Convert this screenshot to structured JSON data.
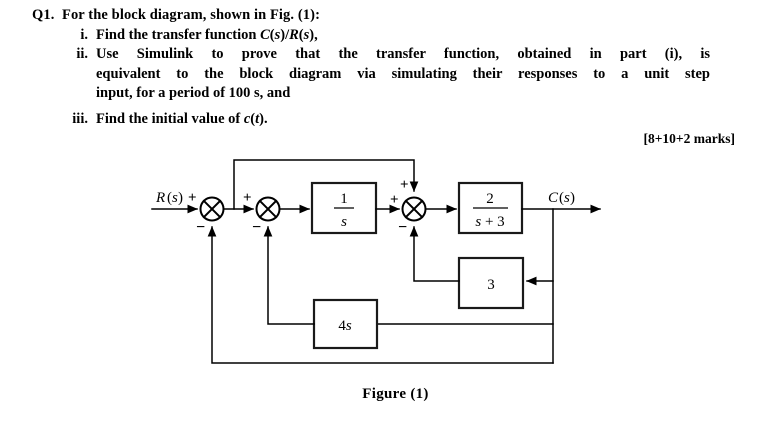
{
  "question": {
    "label": "Q1.",
    "stem": "For the block diagram, shown in Fig. (1):",
    "items": [
      {
        "num": "i.",
        "text": "Find the transfer function C(s)/R(s),"
      },
      {
        "num": "ii.",
        "line1": "Use Simulink to prove that the transfer function, obtained in part (i), is",
        "line2": "equivalent to the block diagram via simulating their responses to a unit step",
        "line3": "input, for a period of 100 s, and"
      },
      {
        "num": "iii.",
        "text": "Find the initial value of c(t)."
      }
    ],
    "marks": "[8+10+2 marks]"
  },
  "figure": {
    "caption": "Figure (1)",
    "input_label": "R(s)",
    "output_label": "C(s)",
    "blocks": [
      {
        "id": "integrator",
        "numerator": "1",
        "denominator": "s",
        "label": "1/s"
      },
      {
        "id": "plant",
        "numerator": "2",
        "denominator": "s + 3",
        "label": "2/(s+3)"
      },
      {
        "id": "gain-3",
        "label": "3"
      },
      {
        "id": "gain-4s",
        "label": "4s"
      }
    ],
    "summing_junctions": [
      {
        "id": "sum-1",
        "signs": [
          "+",
          "−"
        ]
      },
      {
        "id": "sum-2",
        "signs": [
          "+",
          "−"
        ]
      },
      {
        "id": "sum-3",
        "signs": [
          "+",
          "+",
          "−"
        ]
      }
    ],
    "signs": {
      "plus": "+",
      "minus": "−"
    },
    "colors": {
      "line": "#000000",
      "block_border": "#1a1a1a",
      "background": "#ffffff",
      "text": "#000000"
    }
  }
}
